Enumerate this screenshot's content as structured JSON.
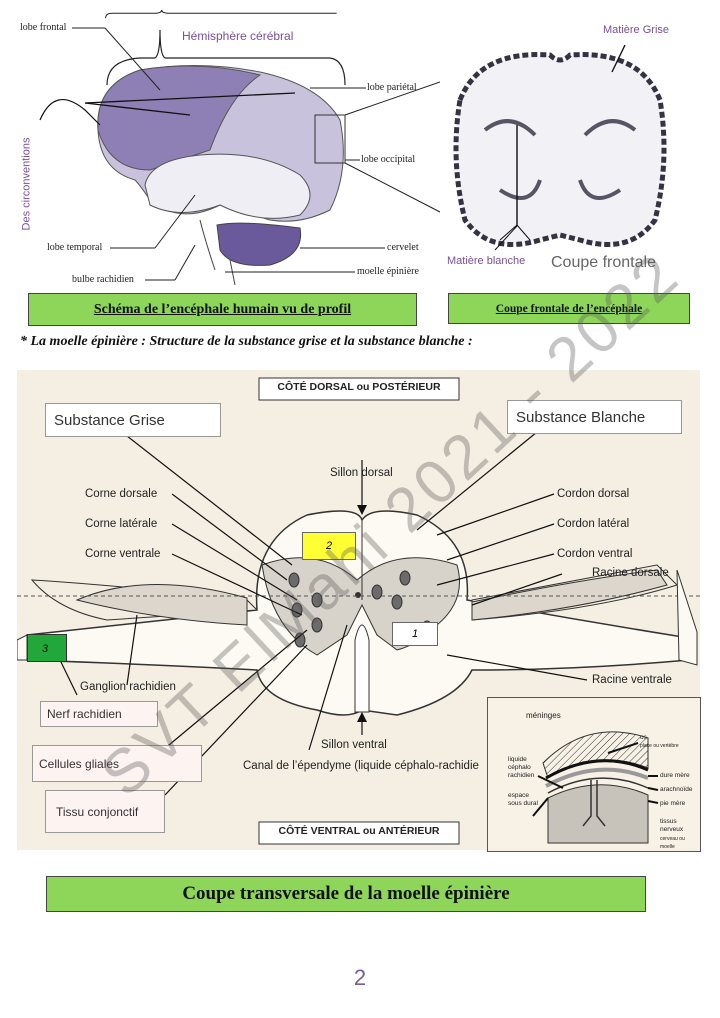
{
  "brain": {
    "labels": {
      "lobe_frontal": "lobe frontal",
      "hemisphere": "Hémisphère cérébral",
      "lobe_parietal": "lobe pariétal",
      "lobe_occipital": "lobe occipital",
      "lobe_temporal": "lobe temporal",
      "cervelet": "cervelet",
      "bulbe": "bulbe rachidien",
      "moelle": "moelle épinière",
      "circonvolutions": "Des circonventions"
    },
    "title": "Schéma de l’encéphale humain vu de profil"
  },
  "coronal": {
    "matiere_grise": "Matière Grise",
    "matiere_blanche": "Matière blanche",
    "coupe": "Coupe frontale",
    "title": "Coupe frontale de l’encéphale"
  },
  "section_heading": "* La moelle épinière : Structure de la substance grise et la substance blanche :",
  "spinal": {
    "top": "CÔTÉ DORSAL ou POSTÉRIEUR",
    "bottom": "CÔTÉ VENTRAL ou ANTÉRIEUR",
    "substance_grise": "Substance Grise",
    "substance_blanche": "Substance Blanche",
    "sillon_dorsal": "Sillon dorsal",
    "sillon_ventral": "Sillon ventral",
    "canal": "Canal de l’épendyme (liquide céphalo-rachidie",
    "left": [
      "Corne dorsale",
      "Corne latérale",
      "Corne ventrale",
      "Ganglion rachidien"
    ],
    "right": [
      "Cordon dorsal",
      "Cordon latéral",
      "Cordon ventral",
      "Racine dorsale",
      "Racine ventrale"
    ],
    "num1": "1",
    "num2": "2",
    "num3": "3",
    "nerf": "Nerf rachidien",
    "cellules": "Cellules gliales",
    "tissu": "Tissu conjonctif",
    "meninges": {
      "title": "méninges",
      "os": "os",
      "os_sub": "place ou vertèbre",
      "liquide": "liquide céphalo rachidien",
      "espace": "espace sous dural",
      "dure": "dure mère",
      "arachnoide": "arachnoïde",
      "pie": "pie mère",
      "tissu": "tissus nerveux",
      "tissu_sub": "cerveau ou moelle"
    },
    "title": "Coupe transversale de la moelle épinière"
  },
  "watermark": "SVT ElMahi 2021 - 2022",
  "page_number": "2"
}
